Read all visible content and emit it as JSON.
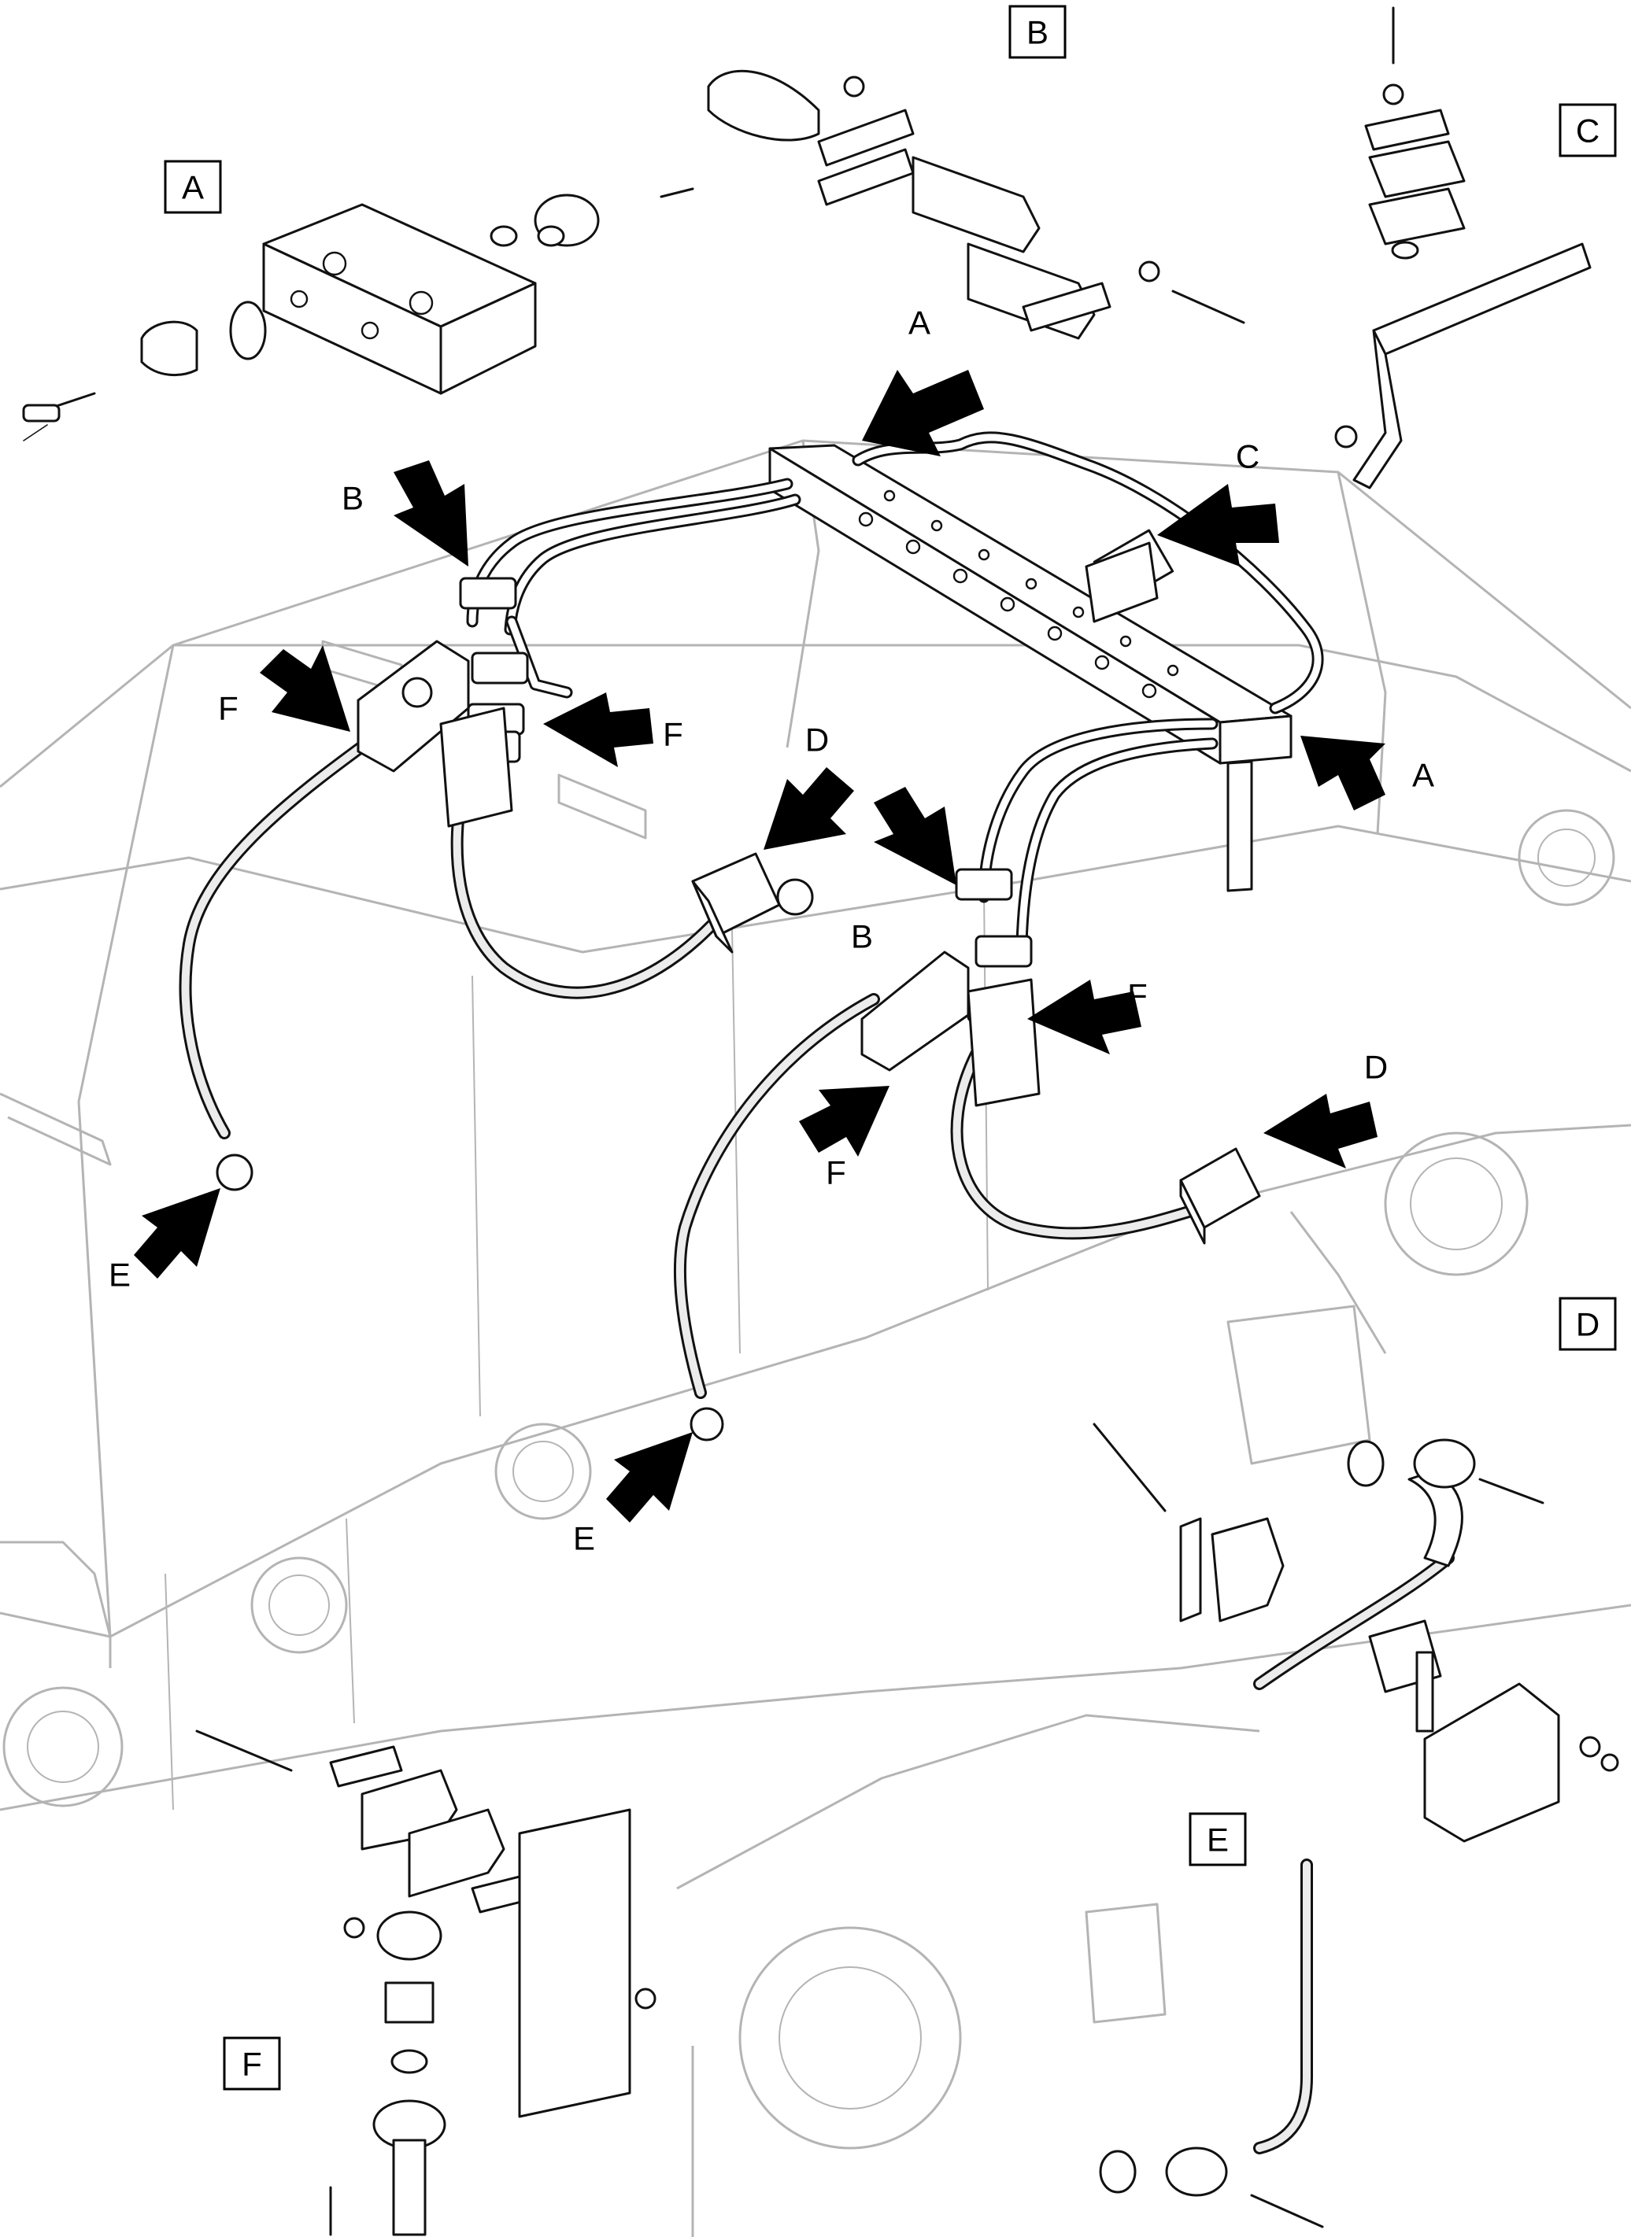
{
  "callouts": {
    "a_top": "A",
    "a_right": "A",
    "b_left": "B",
    "b_center": "B",
    "c": "C",
    "d_center": "D",
    "d_right": "D",
    "e_left": "E",
    "e_center": "E",
    "f_left_outer": "F",
    "f_left_inner": "F",
    "f_center_left": "F",
    "f_center_right": "F"
  },
  "detail_boxes": {
    "a": "A",
    "b": "B",
    "c": "C",
    "d": "D",
    "e": "E",
    "f": "F"
  }
}
